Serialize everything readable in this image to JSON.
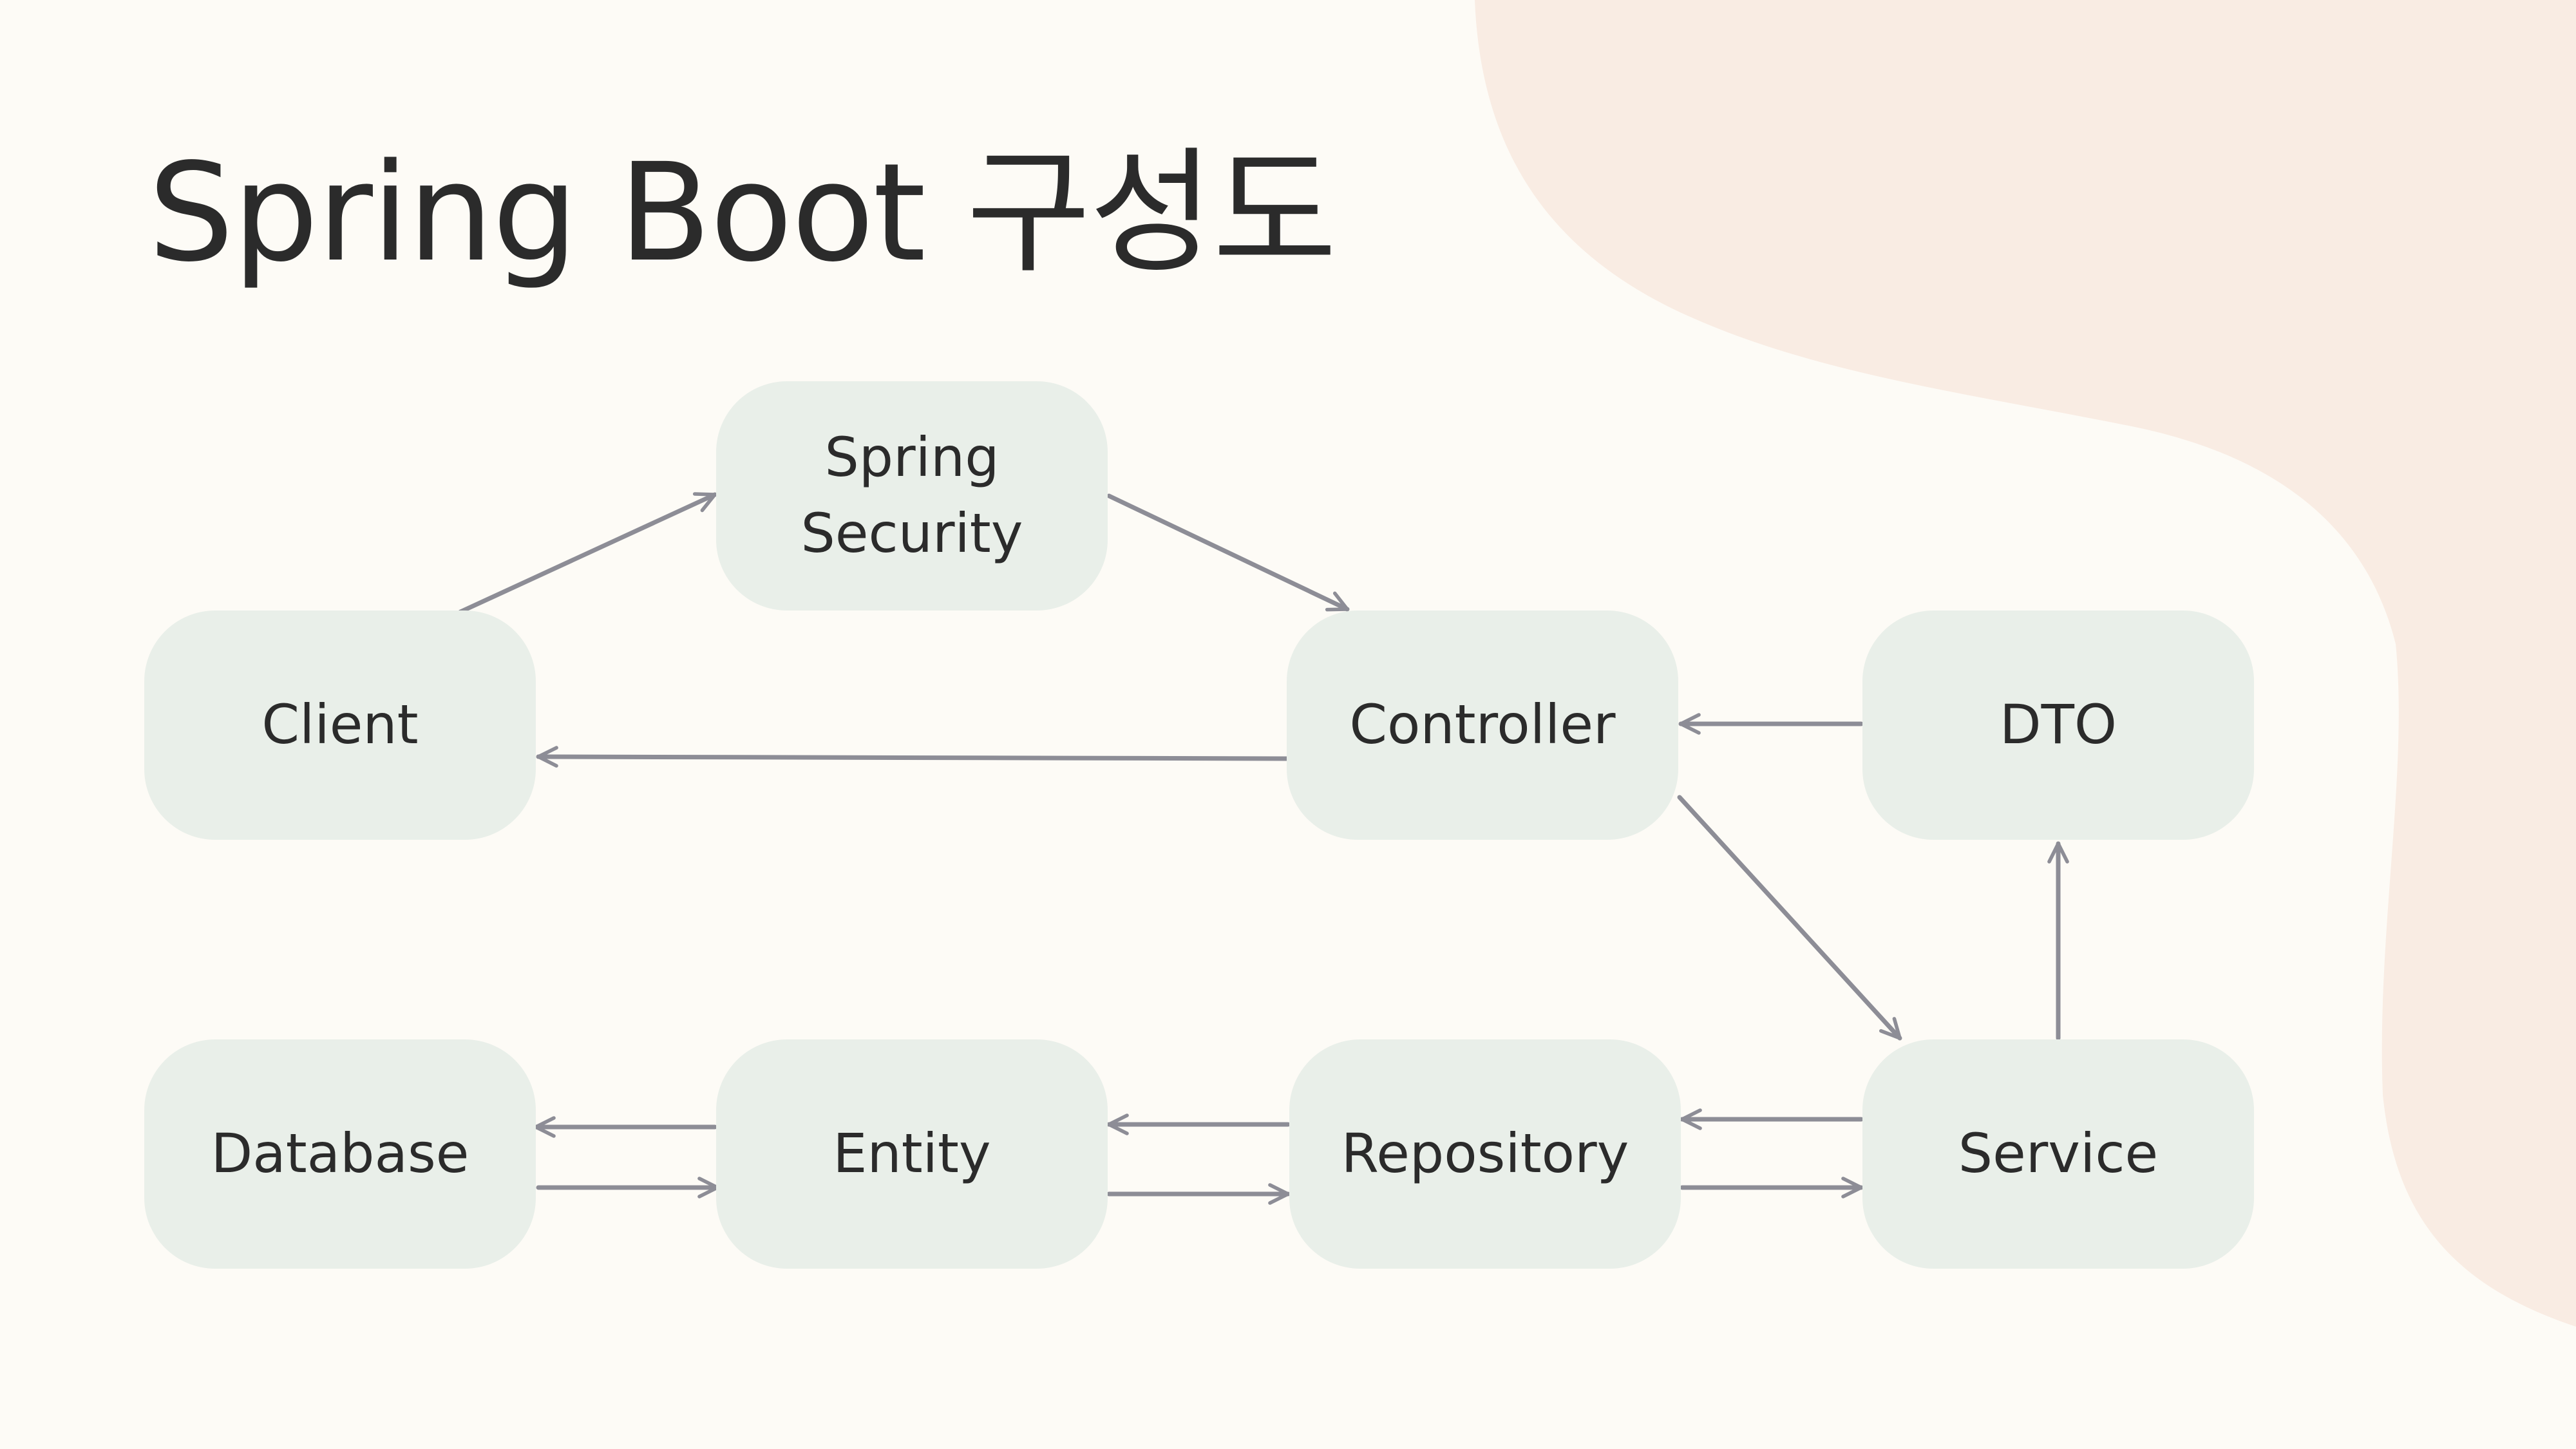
{
  "title": "Spring Boot 구성도",
  "colors": {
    "background": "#fdfbf6",
    "blob": "#f9ece3",
    "node_fill": "#e9efe9",
    "text": "#2b2b2b",
    "arrow": "#8d8d96"
  },
  "nodes": {
    "client": "Client",
    "security_line1": "Spring",
    "security_line2": "Security",
    "controller": "Controller",
    "dto": "DTO",
    "database": "Database",
    "entity": "Entity",
    "repository": "Repository",
    "service": "Service"
  },
  "edges": [
    {
      "from": "Client",
      "to": "Spring Security"
    },
    {
      "from": "Spring Security",
      "to": "Controller"
    },
    {
      "from": "Controller",
      "to": "Client"
    },
    {
      "from": "DTO",
      "to": "Controller"
    },
    {
      "from": "Controller",
      "to": "Service"
    },
    {
      "from": "Service",
      "to": "DTO"
    },
    {
      "from": "Service",
      "to": "Repository"
    },
    {
      "from": "Repository",
      "to": "Service"
    },
    {
      "from": "Repository",
      "to": "Entity"
    },
    {
      "from": "Entity",
      "to": "Repository"
    },
    {
      "from": "Entity",
      "to": "Database"
    },
    {
      "from": "Database",
      "to": "Entity"
    }
  ]
}
